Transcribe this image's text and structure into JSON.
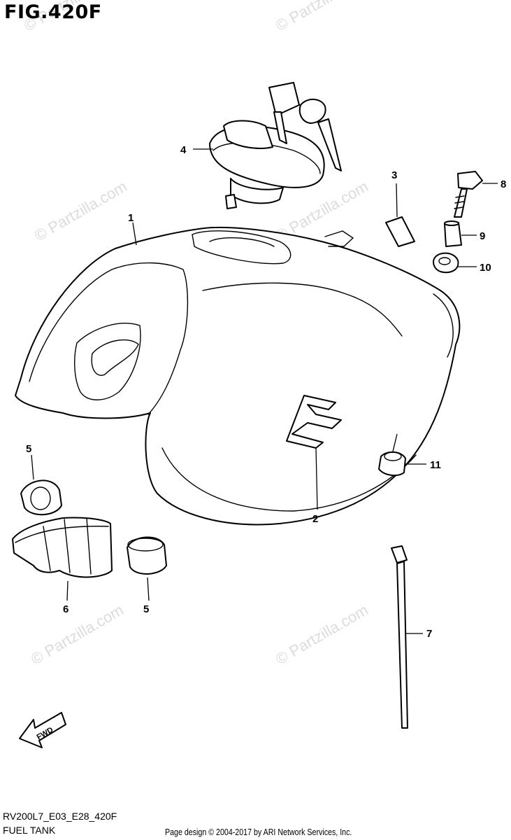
{
  "figure": {
    "title": "FIG.420F",
    "code": "RV200L7_E03_E28_420F",
    "name": "FUEL TANK",
    "direction_label": "FWD"
  },
  "callouts": [
    {
      "id": "1",
      "label": "1"
    },
    {
      "id": "2",
      "label": "2"
    },
    {
      "id": "3",
      "label": "3"
    },
    {
      "id": "4",
      "label": "4"
    },
    {
      "id": "5a",
      "label": "5"
    },
    {
      "id": "5b",
      "label": "5"
    },
    {
      "id": "6",
      "label": "6"
    },
    {
      "id": "7",
      "label": "7"
    },
    {
      "id": "8",
      "label": "8"
    },
    {
      "id": "9",
      "label": "9"
    },
    {
      "id": "10",
      "label": "10"
    },
    {
      "id": "11",
      "label": "11"
    }
  ],
  "watermark": "© Partzilla.com",
  "footer": {
    "copyright": "Page design © 2004-2017 by ARI Network Services, Inc."
  }
}
